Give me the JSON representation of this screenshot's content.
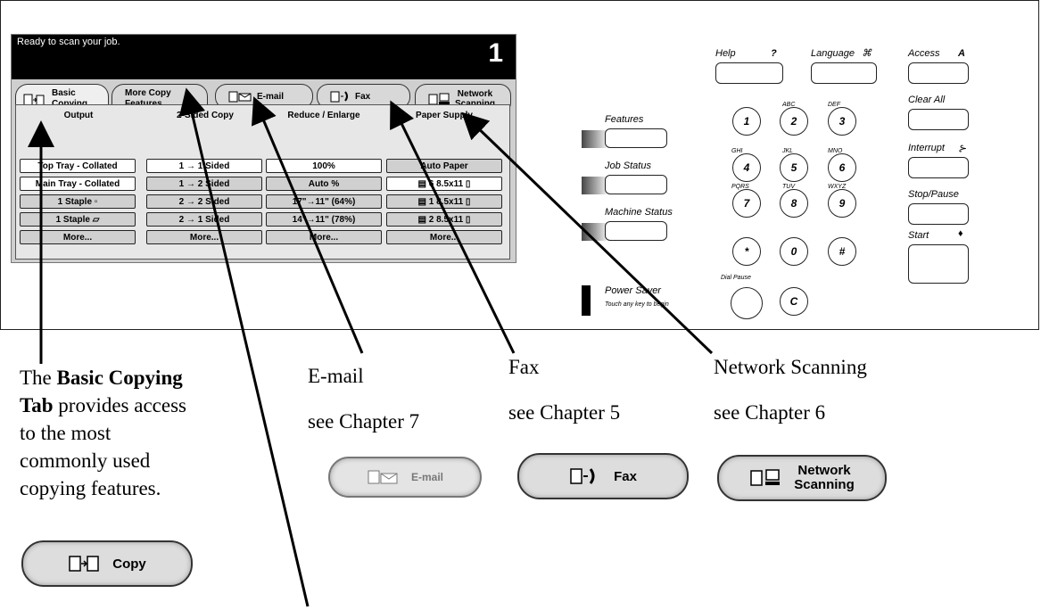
{
  "screen": {
    "status_text": "Ready to scan your job.",
    "status_count": "1",
    "tabs": [
      {
        "line1": "Basic",
        "line2": "Copying"
      },
      {
        "line1": "More Copy",
        "line2": "Features"
      }
    ],
    "pills": [
      {
        "label": "E-mail"
      },
      {
        "label": "Fax"
      },
      {
        "line1": "Network",
        "line2": "Scanning"
      }
    ],
    "columns": [
      {
        "header": "Output",
        "options": [
          "Top Tray - Collated",
          "Main Tray - Collated",
          "1 Staple ▫",
          "1 Staple ▱",
          "More..."
        ]
      },
      {
        "header": "2-Sided Copy",
        "options": [
          "1 → 1 Sided",
          "1 → 2 Sided",
          "2 → 2 Sided",
          "2 → 1 Sided",
          "More..."
        ]
      },
      {
        "header": "Reduce / Enlarge",
        "options": [
          "100%",
          "Auto %",
          "17\"→11\" (64%)",
          "14\"→11\" (78%)",
          "More..."
        ]
      },
      {
        "header": "Paper Supply",
        "options": [
          "Auto Paper",
          "▤ 6 8.5x11 ▯",
          "▤ 1 8.5x11 ▯",
          "▤ 2 8.5x11 ▯",
          "More..."
        ]
      }
    ]
  },
  "panel": {
    "features": "Features",
    "job_status": "Job Status",
    "machine_status": "Machine Status",
    "power_saver": "Power Saver",
    "power_saver_sub": "Touch any key to begin",
    "help": "Help",
    "help_sym": "?",
    "language": "Language",
    "language_sym": "⌘",
    "access": "Access",
    "access_sym": "A",
    "clear_all": "Clear All",
    "interrupt": "Interrupt",
    "interrupt_sym": "⊱",
    "stop_pause": "Stop/Pause",
    "start": "Start",
    "start_sym": "♦",
    "dial_pause": "Dial Pause",
    "keys": [
      "1",
      "2",
      "3",
      "4",
      "5",
      "6",
      "7",
      "8",
      "9",
      "*",
      "0",
      "#",
      "C"
    ],
    "key_letters": [
      "ABC",
      "DEF",
      "GHI",
      "JKL",
      "MNO",
      "PQRS",
      "TUV",
      "WXYZ"
    ]
  },
  "captions": {
    "basic_line1_prefix": "The ",
    "basic_line1_bold": "Basic Copying",
    "basic_line2_bold": "Tab",
    "basic_line2_rest": " provides access",
    "basic_line3": "to the most",
    "basic_line4": "commonly used",
    "basic_line5": "copying features.",
    "email_title": "E-mail",
    "email_sub": "see Chapter 7",
    "fax_title": "Fax",
    "fax_sub": "see Chapter 5",
    "net_title": "Network Scanning",
    "net_sub": "see Chapter 6"
  },
  "big_buttons": {
    "email": "E-mail",
    "fax": "Fax",
    "net_line1": "Network",
    "net_line2": "Scanning",
    "copy": "Copy"
  }
}
